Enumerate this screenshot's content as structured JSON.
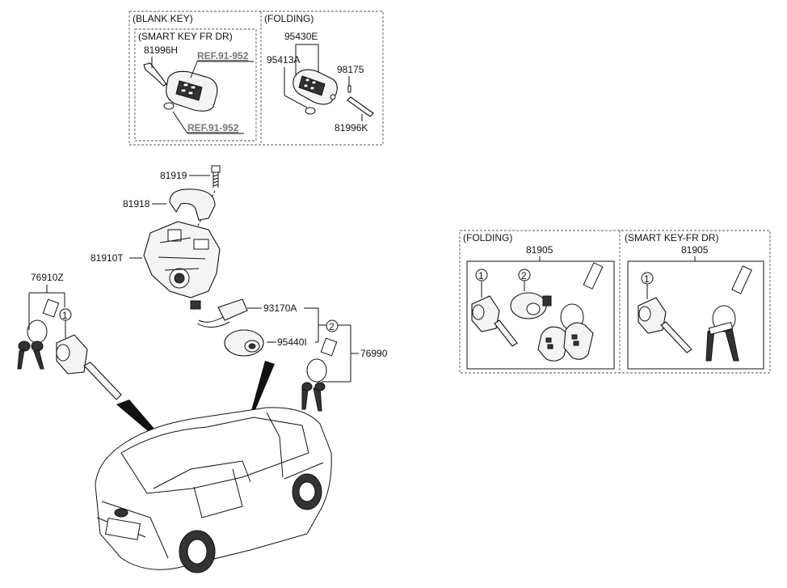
{
  "title_boxes": {
    "blank_key": "(BLANK KEY)",
    "smart_key_fr_dr": "(SMART KEY FR DR)",
    "folding_top": "(FOLDING)",
    "folding_right": "(FOLDING)",
    "smart_key_fr_dr_right": "(SMART KEY-FR DR)"
  },
  "part_numbers": {
    "p81996H": "81996H",
    "p95430E": "95430E",
    "p95413A": "95413A",
    "p98175": "98175",
    "p81996K": "81996K",
    "p81919": "81919",
    "p81918": "81918",
    "p81910T": "81910T",
    "p76910Z": "76910Z",
    "p93170A": "93170A",
    "p95440I": "95440I",
    "p76990": "76990",
    "p81905_a": "81905",
    "p81905_b": "81905"
  },
  "refs": {
    "ref1": "REF.91-952",
    "ref2": "REF.91-952"
  },
  "callouts": {
    "c1_left": "1",
    "c2_mid": "2",
    "c1_fold": "1",
    "c2_fold": "2",
    "c1_smart": "1"
  }
}
